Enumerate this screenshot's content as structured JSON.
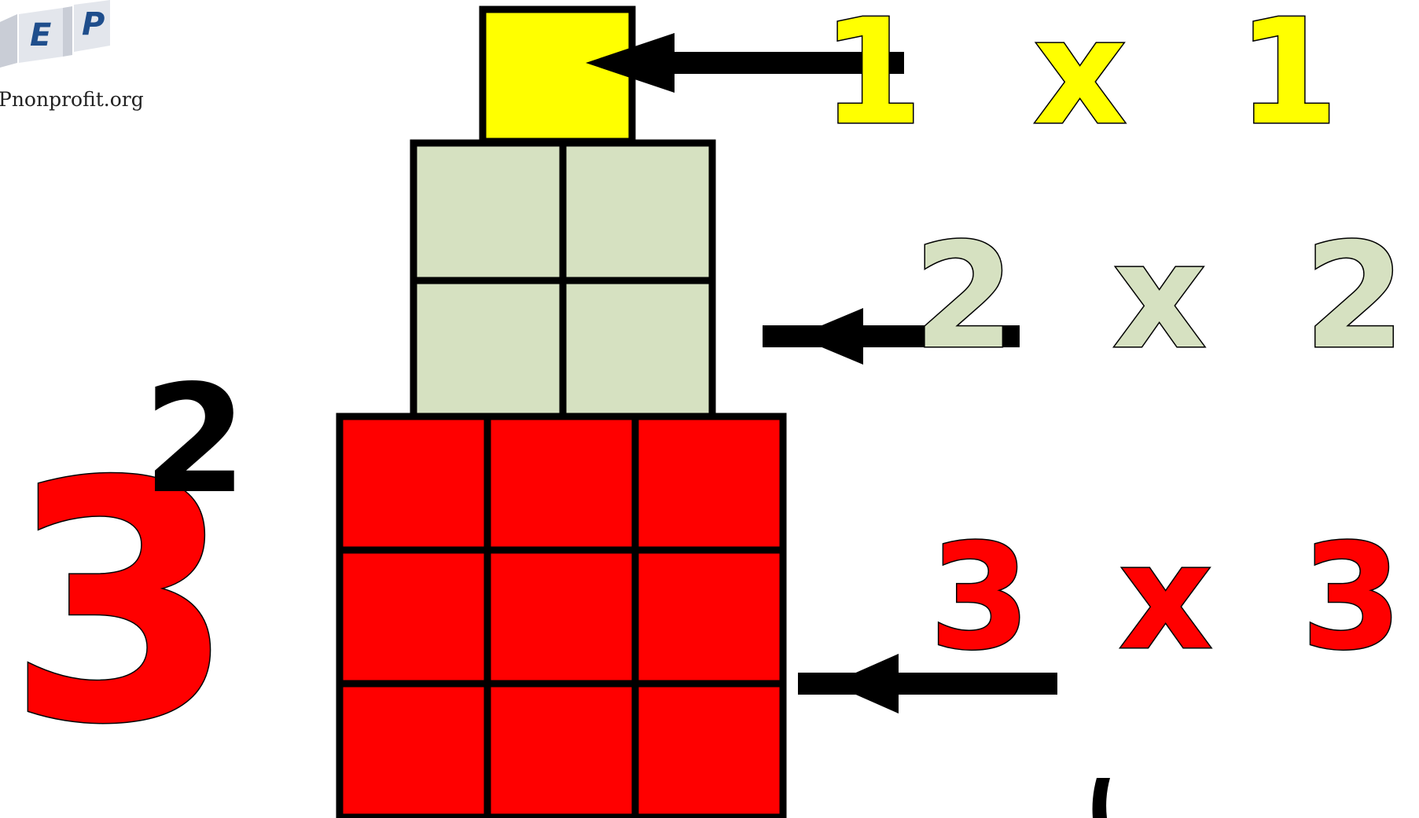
{
  "logo": {
    "letters": [
      "E",
      "P"
    ],
    "url_text": "Pnonprofit.org"
  },
  "big_number": {
    "base": "3",
    "exponent": "2"
  },
  "rows": [
    {
      "label": "1 x 1",
      "n": 1,
      "color": "#ffff00"
    },
    {
      "label": "2 x 2",
      "n": 2,
      "color": "#d6e1c1"
    },
    {
      "label": "3 x 3",
      "n": 3,
      "color": "#ff0000"
    }
  ],
  "colors": {
    "outline": "#000000",
    "logo_blue": "#1f4e8c",
    "logo_grey": "#c9cdd6"
  }
}
